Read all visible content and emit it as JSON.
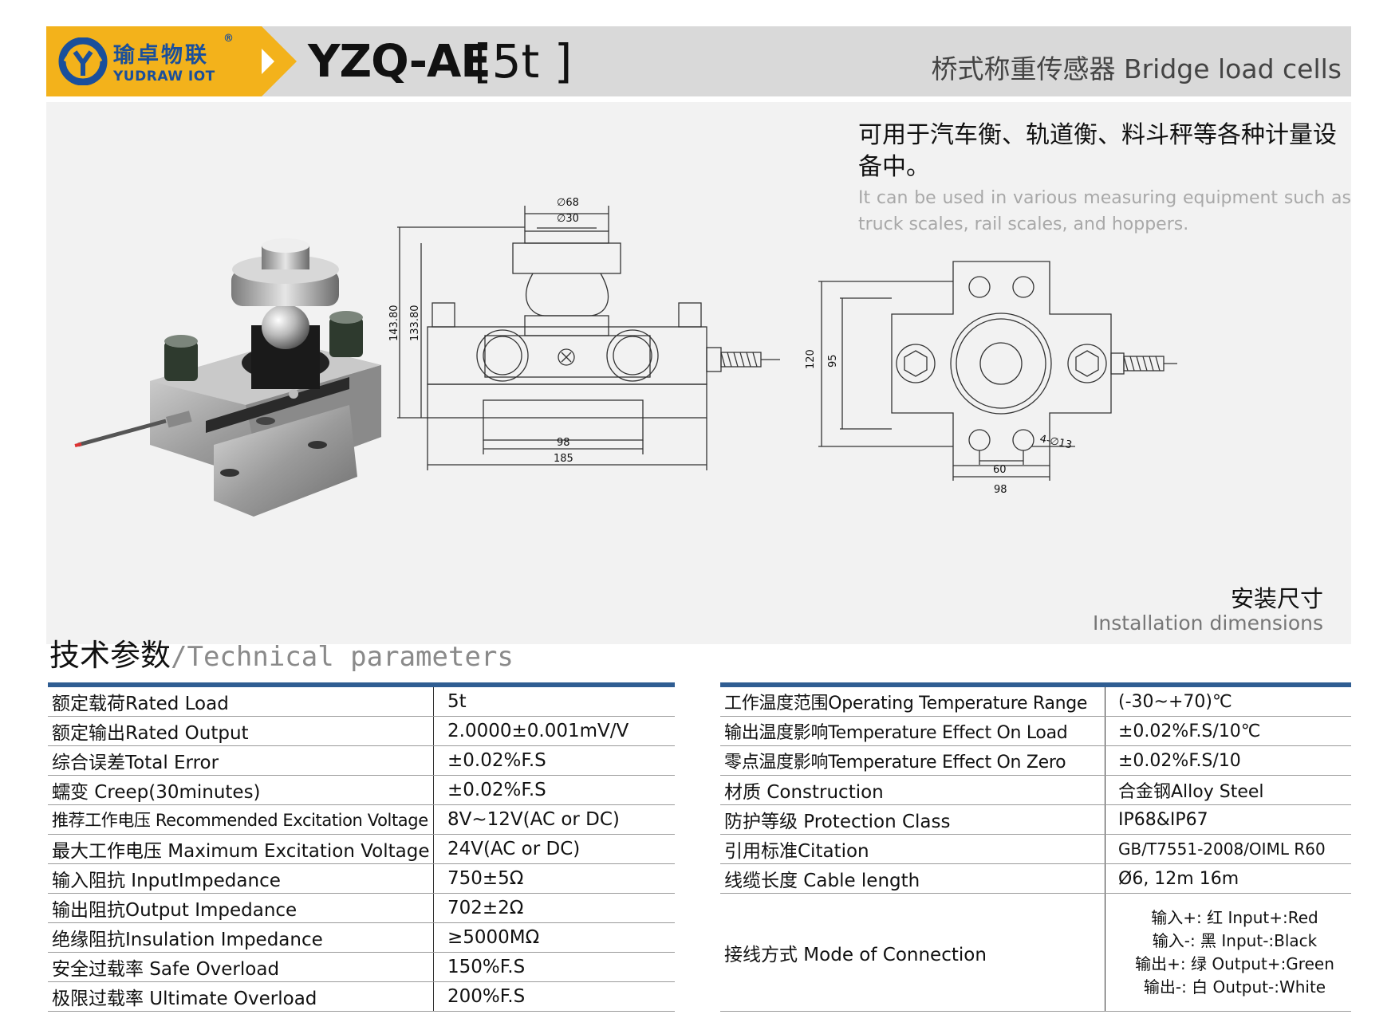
{
  "header": {
    "brand_cn": "瑜卓物联",
    "brand_registered": "®",
    "brand_en": "YUDRAW IOT",
    "model": "YZQ-AE",
    "load_bracket": "[5t ]",
    "category": "桥式称重传感器 Bridge load cells"
  },
  "colors": {
    "brand_yellow": "#f3b21b",
    "brand_blue": "#1a4f9b",
    "table_rule": "#2f5d92",
    "header_bg": "#d9d9d9",
    "panel_bg": "#f2f2f2"
  },
  "description": {
    "cn": "可用于汽车衡、轨道衡、料斗秤等各种计量设备中。",
    "en": "It can be used in various measuring equipment such as truck scales, rail scales, and hoppers."
  },
  "drawing_side": {
    "dim_top_outer": "∅68",
    "dim_top_inner": "∅30",
    "dim_height_outer": "143.80",
    "dim_height_inner": "133.80",
    "dim_base_inner": "98",
    "dim_base_outer": "185"
  },
  "drawing_top": {
    "dim_height_outer": "120",
    "dim_height_inner": "95",
    "dim_holes": "4-∅13",
    "dim_hole_spacing": "60",
    "dim_width": "98"
  },
  "installation": {
    "cn": "安装尺寸",
    "en": "Installation dimensions"
  },
  "tech": {
    "title_cn": "技术参数",
    "title_en": "/Technical parameters",
    "left": [
      {
        "k": "额定载荷Rated Load",
        "v": "5t"
      },
      {
        "k": "额定输出Rated Output",
        "v": "2.0000±0.001mV/V"
      },
      {
        "k": "综合误差Total Error",
        "v": "±0.02%F.S"
      },
      {
        "k": "蠕变 Creep(30minutes)",
        "v": "±0.02%F.S"
      },
      {
        "k": "推荐工作电压 Recommended Excitation Voltage",
        "v": "8V~12V(AC or DC)"
      },
      {
        "k": "最大工作电压 Maximum Excitation Voltage",
        "v": "24V(AC or DC)"
      },
      {
        "k": "输入阻抗 InputImpedance",
        "v": "750±5Ω"
      },
      {
        "k": "输出阻抗Output Impedance",
        "v": "702±2Ω"
      },
      {
        "k": "绝缘阻抗Insulation Impedance",
        "v": "≥5000MΩ"
      },
      {
        "k": "安全过载率 Safe Overload",
        "v": "150%F.S"
      },
      {
        "k": "极限过载率 Ultimate Overload",
        "v": "200%F.S"
      }
    ],
    "right": [
      {
        "k": "工作温度范围Operating Temperature Range",
        "v": "(-30~+70)℃"
      },
      {
        "k": "输出温度影响Temperature Effect On Load",
        "v": "±0.02%F.S/10℃"
      },
      {
        "k": "零点温度影响Temperature Effect On Zero",
        "v": "±0.02%F.S/10"
      },
      {
        "k": "材质 Construction",
        "v": "合金钢Alloy Steel"
      },
      {
        "k": "防护等级 Protection Class",
        "v": "IP68&IP67"
      },
      {
        "k": "引用标准Citation",
        "v": "GB/T7551-2008/OIML R60"
      },
      {
        "k": "线缆长度 Cable length",
        "v": "Ø6, 12m 16m"
      }
    ],
    "connection": {
      "k": "接线方式 Mode of Connection",
      "wires": [
        "输入+: 红 Input+:Red",
        "输入-: 黑 Input-:Black",
        "输出+: 绿 Output+:Green",
        "输出-: 白 Output-:White"
      ]
    }
  }
}
